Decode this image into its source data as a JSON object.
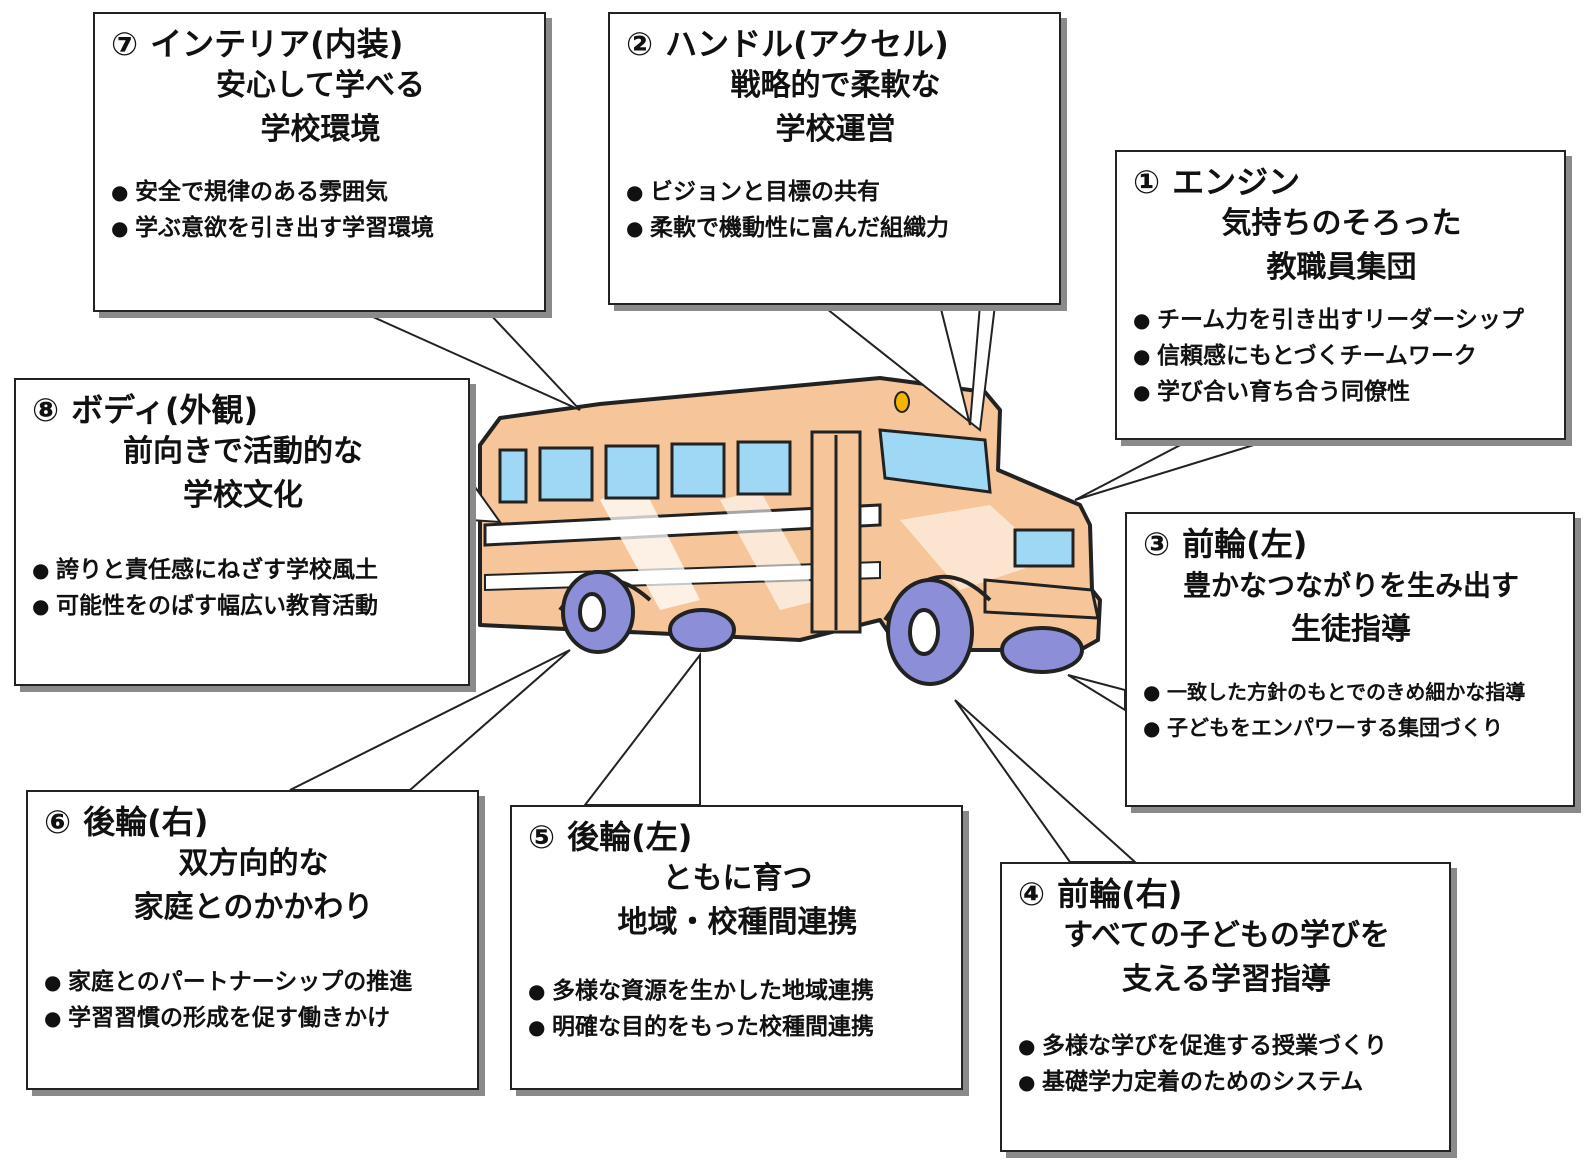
{
  "colors": {
    "bus_body": "#f6c69a",
    "bus_stripe": "#ffffff",
    "window": "#9fd8f4",
    "tire": "#8c8fd8",
    "outline": "#222222",
    "box_shadow": "#8a8a8a"
  },
  "callouts": [
    {
      "number": "①",
      "heading": "エンジン",
      "lines": [
        "気持ちのそろった",
        "教職員集団"
      ],
      "bullets": [
        "チーム力を引き出すリーダーシップ",
        "信頼感にもとづくチームワーク",
        "学び合い育ち合う同僚性"
      ]
    },
    {
      "number": "②",
      "heading": "ハンドル(アクセル)",
      "lines": [
        "戦略的で柔軟な",
        "学校運営"
      ],
      "bullets": [
        "ビジョンと目標の共有",
        "柔軟で機動性に富んだ組織力"
      ]
    },
    {
      "number": "③",
      "heading": "前輪(左)",
      "lines": [
        "豊かなつながりを生み出す",
        "生徒指導"
      ],
      "bullets": [
        "一致した方針のもとでのきめ細かな指導",
        "子どもをエンパワーする集団づくり"
      ]
    },
    {
      "number": "④",
      "heading": "前輪(右)",
      "lines": [
        "すべての子どもの学びを",
        "支える学習指導"
      ],
      "bullets": [
        "多様な学びを促進する授業づくり",
        "基礎学力定着のためのシステム"
      ]
    },
    {
      "number": "⑤",
      "heading": "後輪(左)",
      "lines": [
        "ともに育つ",
        "地域・校種間連携"
      ],
      "bullets": [
        "多様な資源を生かした地域連携",
        "明確な目的をもった校種間連携"
      ]
    },
    {
      "number": "⑥",
      "heading": "後輪(右)",
      "lines": [
        "双方向的な",
        "家庭とのかかわり"
      ],
      "bullets": [
        "家庭とのパートナーシップの推進",
        "学習習慣の形成を促す働きかけ"
      ]
    },
    {
      "number": "⑦",
      "heading": "インテリア(内装)",
      "lines": [
        "安心して学べる",
        "学校環境"
      ],
      "bullets": [
        "安全で規律のある雰囲気",
        "学ぶ意欲を引き出す学習環境"
      ]
    },
    {
      "number": "⑧",
      "heading": "ボディ(外観)",
      "lines": [
        "前向きで活動的な",
        "学校文化"
      ],
      "bullets": [
        "誇りと責任感にねざす学校風土",
        "可能性をのばす幅広い教育活動"
      ]
    }
  ]
}
